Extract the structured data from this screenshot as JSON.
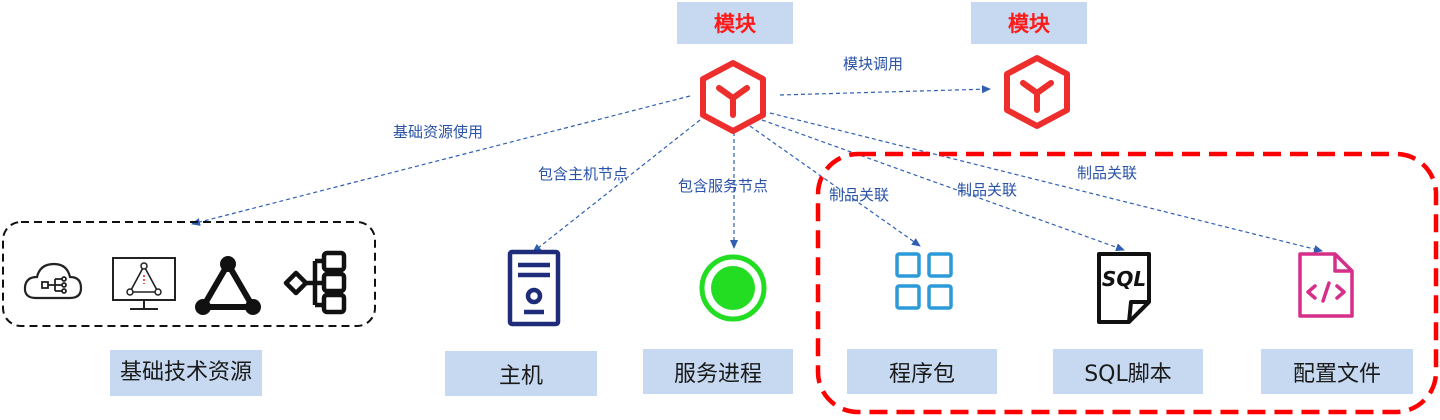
{
  "colors": {
    "module_red": "#ee2d2d",
    "edge_blue": "#2f5fb3",
    "label_box": "#c6d9f1",
    "host_navy": "#1f2c7a",
    "service_green": "#22dd22",
    "package_blue": "#2b9ad9",
    "config_pink": "#d62f8a",
    "highlight_red": "#ff0000"
  },
  "module_main": {
    "label": "模块",
    "icon": "module-hexagon-icon"
  },
  "module_target": {
    "label": "模块",
    "icon": "module-hexagon-icon"
  },
  "edges": {
    "module_call": "模块调用",
    "resource_use": "基础资源使用",
    "host_node": "包含主机节点",
    "service_node": "包含服务节点",
    "artifact_1": "制品关联",
    "artifact_2": "制品关联",
    "artifact_3": "制品关联"
  },
  "resources": {
    "label": "基础技术资源",
    "icons": [
      "cloud-network-icon",
      "monitor-topology-icon",
      "triangle-network-icon",
      "hierarchy-icon"
    ]
  },
  "nodes": {
    "host": {
      "label": "主机",
      "icon": "server-tower-icon"
    },
    "service": {
      "label": "服务进程",
      "icon": "process-circle-icon"
    },
    "package": {
      "label": "程序包",
      "icon": "grid-package-icon"
    },
    "sql": {
      "label": "SQL脚本",
      "icon": "sql-file-icon"
    },
    "config": {
      "label": "配置文件",
      "icon": "code-file-icon"
    }
  }
}
